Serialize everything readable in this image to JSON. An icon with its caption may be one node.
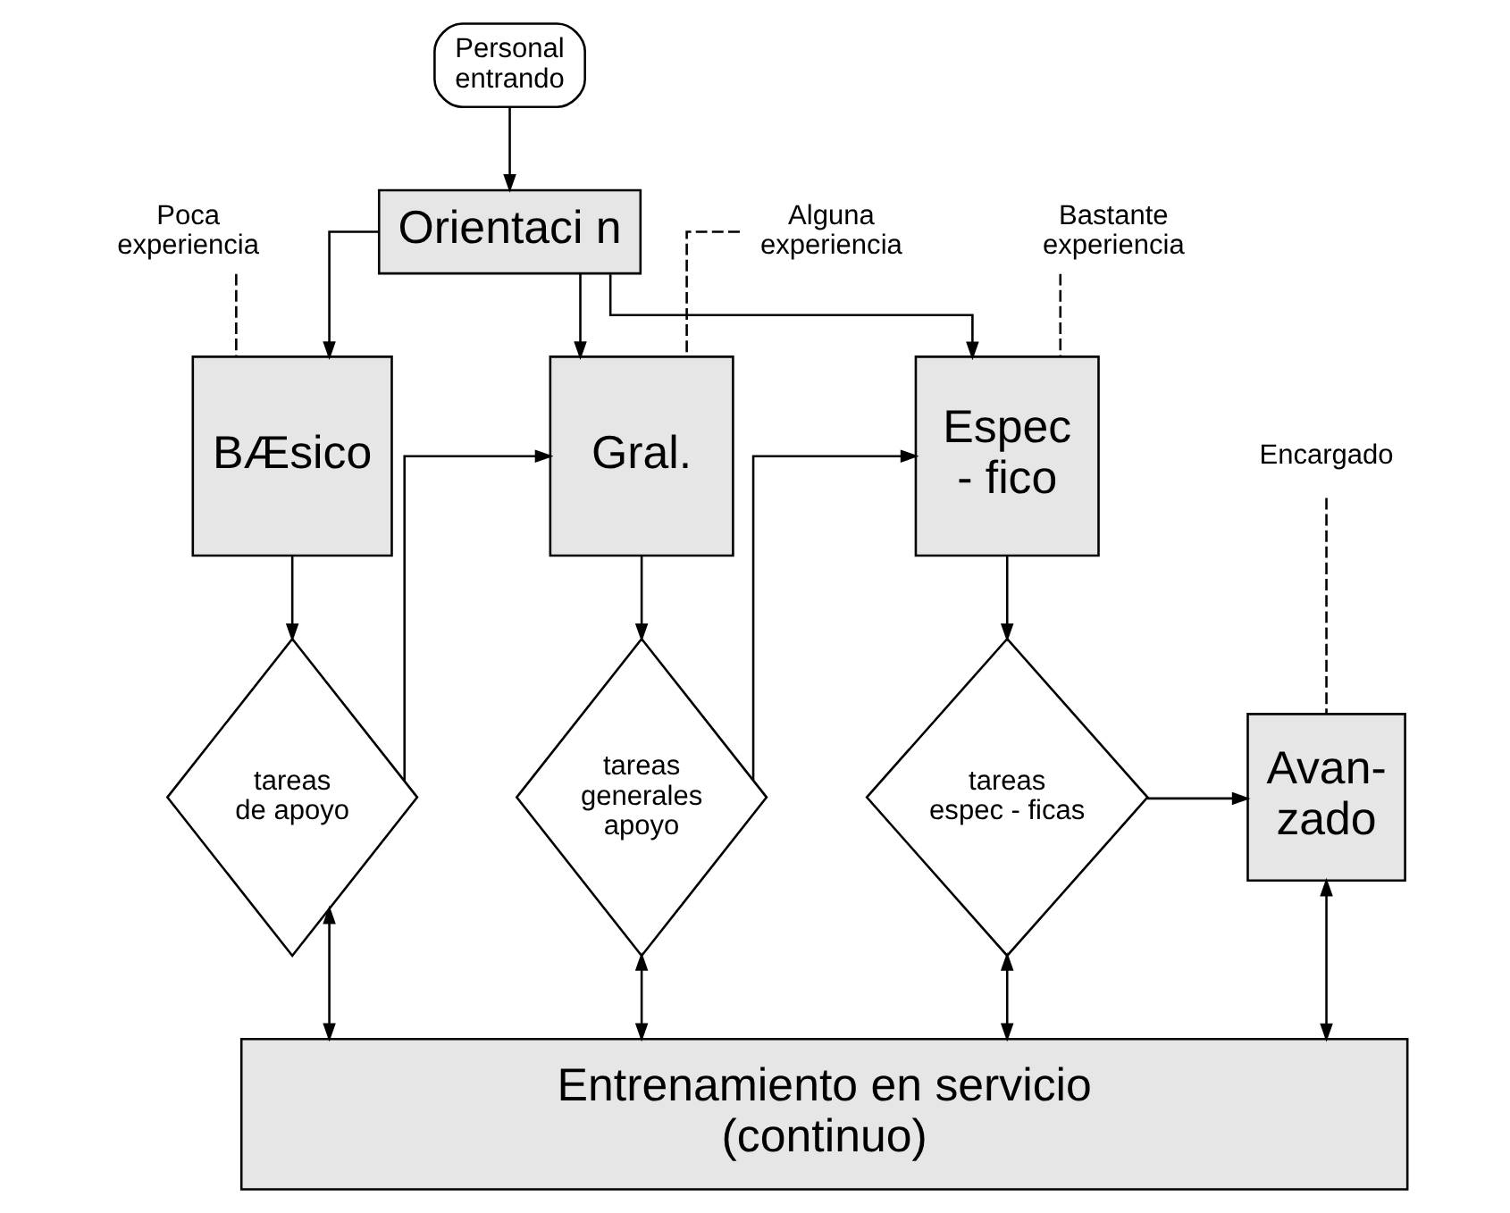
{
  "diagram": {
    "nodes": [
      {
        "text": [
          "Personal entrando"
        ]
      },
      {
        "text": [
          "Orientaci n"
        ]
      },
      {
        "text": [
          "Poca experiencia"
        ]
      },
      {
        "text": [
          "BÆsico"
        ]
      },
      {
        "text": [
          "Alguna experiencia"
        ]
      },
      {
        "text": [
          "Gral."
        ]
      },
      {
        "text": [
          "Bastante experiencia"
        ]
      },
      {
        "text": [
          "Espec - fico"
        ]
      },
      {
        "text": [
          "tareas de apoyo"
        ]
      },
      {
        "text": [
          "tareas generales apoyo"
        ]
      },
      {
        "text": [
          "tareas espec - ficas"
        ]
      },
      {
        "text": [
          "Encargado"
        ]
      },
      {
        "text": [
          "Avan- zado"
        ]
      },
      {
        "text": [
          "Entrenamiento en servicio (continuo)"
        ]
      }
    ],
    "edges": [
      {
        "from": 0,
        "to": 1,
        "arrow": "to"
      },
      {
        "from": 1,
        "to": 3,
        "arrow": "to"
      },
      {
        "from": 1,
        "to": 5,
        "arrow": "to"
      },
      {
        "from": 1,
        "to": 7,
        "arrow": "to"
      },
      {
        "from": 2,
        "to": 3,
        "arrow": "none",
        "style": "dashed"
      },
      {
        "from": 4,
        "to": 5,
        "arrow": "none",
        "style": "dashed"
      },
      {
        "from": 6,
        "to": 7,
        "arrow": "none",
        "style": "dashed"
      },
      {
        "from": 3,
        "to": 8,
        "arrow": "to"
      },
      {
        "from": 5,
        "to": 9,
        "arrow": "to"
      },
      {
        "from": 7,
        "to": 10,
        "arrow": "to"
      },
      {
        "from": 8,
        "to": 5,
        "arrow": "to"
      },
      {
        "from": 9,
        "to": 7,
        "arrow": "to"
      },
      {
        "from": 10,
        "to": 12,
        "arrow": "to"
      },
      {
        "from": 11,
        "to": 12,
        "arrow": "none",
        "style": "dashed"
      },
      {
        "from": 8,
        "to": 13,
        "arrow": "both"
      },
      {
        "from": 9,
        "to": 13,
        "arrow": "both"
      },
      {
        "from": 10,
        "to": 13,
        "arrow": "both"
      },
      {
        "from": 12,
        "to": 13,
        "arrow": "both"
      }
    ]
  }
}
